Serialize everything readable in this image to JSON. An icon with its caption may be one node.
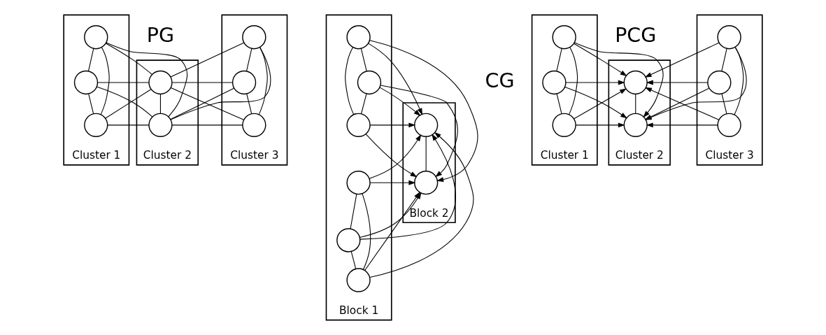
{
  "diagram": {
    "nodes": [
      {
        "text": [
          "Cluster 1"
        ]
      },
      {
        "text": [],
        "shape": "circle",
        "in": 0
      },
      {
        "text": [],
        "shape": "circle",
        "in": 0
      },
      {
        "text": [],
        "shape": "circle",
        "in": 0
      },
      {
        "text": [
          "Cluster 2"
        ]
      },
      {
        "text": [],
        "shape": "circle",
        "in": 4
      },
      {
        "text": [],
        "shape": "circle",
        "in": 4
      },
      {
        "text": [
          "Cluster 3"
        ]
      },
      {
        "text": [],
        "shape": "circle",
        "in": 7
      },
      {
        "text": [],
        "shape": "circle",
        "in": 7
      },
      {
        "text": [],
        "shape": "circle",
        "in": 7
      },
      {
        "text": [
          "Block 1"
        ]
      },
      {
        "text": [],
        "shape": "circle",
        "in": 11
      },
      {
        "text": [],
        "shape": "circle",
        "in": 11
      },
      {
        "text": [],
        "shape": "circle",
        "in": 11
      },
      {
        "text": [],
        "shape": "circle",
        "in": 11
      },
      {
        "text": [],
        "shape": "circle",
        "in": 11
      },
      {
        "text": [],
        "shape": "circle",
        "in": 11
      },
      {
        "text": [
          "Block 2"
        ]
      },
      {
        "text": [],
        "shape": "circle",
        "in": 18
      },
      {
        "text": [],
        "shape": "circle",
        "in": 18
      },
      {
        "text": [
          "Cluster 1"
        ]
      },
      {
        "text": [],
        "shape": "circle",
        "in": 21
      },
      {
        "text": [],
        "shape": "circle",
        "in": 21
      },
      {
        "text": [],
        "shape": "circle",
        "in": 21
      },
      {
        "text": [
          "Cluster 2"
        ]
      },
      {
        "text": [],
        "shape": "circle",
        "in": 25
      },
      {
        "text": [],
        "shape": "circle",
        "in": 25
      },
      {
        "text": [
          "Cluster 3"
        ]
      },
      {
        "text": [],
        "shape": "circle",
        "in": 28
      },
      {
        "text": [],
        "shape": "circle",
        "in": 28
      },
      {
        "text": [],
        "shape": "circle",
        "in": 28
      }
    ],
    "edges": [
      {
        "from": 1,
        "to": 2,
        "arrow": "none"
      },
      {
        "from": 2,
        "to": 3,
        "arrow": "none"
      },
      {
        "from": 1,
        "to": 3,
        "arrow": "none"
      },
      {
        "from": 5,
        "to": 6,
        "arrow": "none"
      },
      {
        "from": 8,
        "to": 9,
        "arrow": "none"
      },
      {
        "from": 9,
        "to": 10,
        "arrow": "none"
      },
      {
        "from": 8,
        "to": 10,
        "arrow": "none"
      },
      {
        "from": 1,
        "to": 5,
        "arrow": "none"
      },
      {
        "from": 1,
        "to": 6,
        "arrow": "none"
      },
      {
        "from": 2,
        "to": 5,
        "arrow": "none"
      },
      {
        "from": 2,
        "to": 6,
        "arrow": "none"
      },
      {
        "from": 3,
        "to": 5,
        "arrow": "none"
      },
      {
        "from": 3,
        "to": 6,
        "arrow": "none"
      },
      {
        "from": 5,
        "to": 8,
        "arrow": "none"
      },
      {
        "from": 5,
        "to": 9,
        "arrow": "none"
      },
      {
        "from": 5,
        "to": 10,
        "arrow": "none"
      },
      {
        "from": 6,
        "to": 8,
        "arrow": "none"
      },
      {
        "from": 6,
        "to": 9,
        "arrow": "none"
      },
      {
        "from": 6,
        "to": 10,
        "arrow": "none"
      },
      {
        "from": 12,
        "to": 13,
        "arrow": "none"
      },
      {
        "from": 13,
        "to": 14,
        "arrow": "none"
      },
      {
        "from": 12,
        "to": 14,
        "arrow": "none"
      },
      {
        "from": 15,
        "to": 16,
        "arrow": "none"
      },
      {
        "from": 16,
        "to": 17,
        "arrow": "none"
      },
      {
        "from": 15,
        "to": 17,
        "arrow": "none"
      },
      {
        "from": 19,
        "to": 20,
        "arrow": "none"
      },
      {
        "from": 12,
        "to": 19,
        "arrow": "to"
      },
      {
        "from": 12,
        "to": 20,
        "arrow": "to"
      },
      {
        "from": 13,
        "to": 19,
        "arrow": "to"
      },
      {
        "from": 13,
        "to": 20,
        "arrow": "to"
      },
      {
        "from": 14,
        "to": 19,
        "arrow": "to"
      },
      {
        "from": 14,
        "to": 20,
        "arrow": "to"
      },
      {
        "from": 15,
        "to": 19,
        "arrow": "to"
      },
      {
        "from": 15,
        "to": 20,
        "arrow": "to"
      },
      {
        "from": 16,
        "to": 19,
        "arrow": "to"
      },
      {
        "from": 16,
        "to": 20,
        "arrow": "to"
      },
      {
        "from": 17,
        "to": 19,
        "arrow": "to"
      },
      {
        "from": 17,
        "to": 20,
        "arrow": "to"
      },
      {
        "from": 22,
        "to": 23,
        "arrow": "none"
      },
      {
        "from": 23,
        "to": 24,
        "arrow": "none"
      },
      {
        "from": 22,
        "to": 24,
        "arrow": "none"
      },
      {
        "from": 26,
        "to": 27,
        "arrow": "none"
      },
      {
        "from": 29,
        "to": 30,
        "arrow": "none"
      },
      {
        "from": 30,
        "to": 31,
        "arrow": "none"
      },
      {
        "from": 29,
        "to": 31,
        "arrow": "none"
      },
      {
        "from": 22,
        "to": 26,
        "arrow": "to"
      },
      {
        "from": 22,
        "to": 27,
        "arrow": "to"
      },
      {
        "from": 23,
        "to": 26,
        "arrow": "to"
      },
      {
        "from": 23,
        "to": 27,
        "arrow": "to"
      },
      {
        "from": 24,
        "to": 26,
        "arrow": "to"
      },
      {
        "from": 24,
        "to": 27,
        "arrow": "to"
      },
      {
        "from": 29,
        "to": 26,
        "arrow": "to"
      },
      {
        "from": 29,
        "to": 27,
        "arrow": "to"
      },
      {
        "from": 30,
        "to": 26,
        "arrow": "to"
      },
      {
        "from": 30,
        "to": 27,
        "arrow": "to"
      },
      {
        "from": 31,
        "to": 26,
        "arrow": "to"
      },
      {
        "from": 31,
        "to": 27,
        "arrow": "to"
      }
    ],
    "labels": [
      "PG",
      "CG",
      "PCG"
    ]
  }
}
